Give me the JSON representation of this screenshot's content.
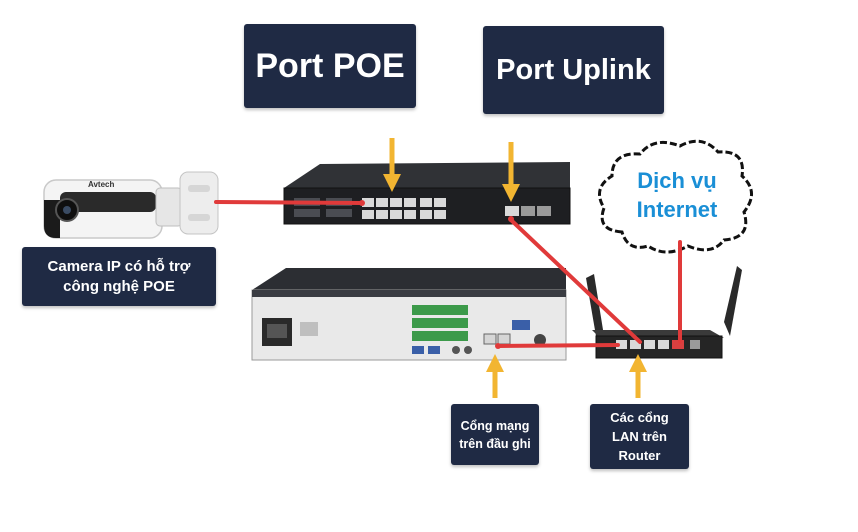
{
  "labels": {
    "port_poe": "Port POE",
    "port_uplink": "Port Uplink",
    "camera": "Camera IP có hỗ trợ\ncông nghệ POE",
    "internet": "Dịch vụ\nInternet",
    "nvr_port": "Cổng mạng\ntrên đầu ghi",
    "router_ports": "Các cổng\nLAN trên\nRouter"
  },
  "camera_brand": "Avtech",
  "colors": {
    "label_bg": "#1f2a44",
    "cable": "#e03a3a",
    "arrow": "#f2b531",
    "internet_text": "#1a8fd6"
  }
}
